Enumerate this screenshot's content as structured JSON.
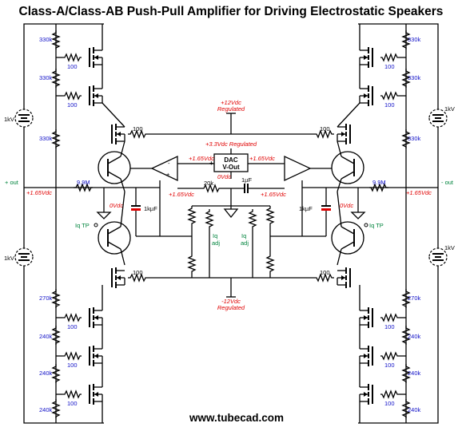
{
  "title": "Class-A/Class-AB Push-Pull Amplifier for Driving Electrostatic Speakers",
  "footer": "www.tubecad.com",
  "colors": {
    "note_red": "#e00000",
    "label_green": "#00843d",
    "label_blue": "#1010c8",
    "tube_fill": "#e53030"
  },
  "rails": {
    "pos": "+12Vdc",
    "pos_sub": "Regulated",
    "neg": "-12Vdc",
    "neg_sub": "Regulated",
    "dac_supply": "+3.3Vdc Regulated"
  },
  "dac": {
    "line1": "DAC",
    "line2": "V-Out",
    "pin_plus": "+",
    "pin_minus": "-"
  },
  "voltages": {
    "v165": "+1.65Vdc",
    "zero": "0Vdc"
  },
  "components": {
    "r330k": "330k",
    "r270k": "270k",
    "r240k": "240k",
    "r100": "100",
    "r9_9M": "9.9M",
    "r20k": "20k",
    "cap1u_mid": "1µF",
    "cap1u_side": "1kµF",
    "hv": "1kV"
  },
  "labels": {
    "out_plus": "+ out",
    "out_minus": "- out",
    "iq_tp": "Iq TP",
    "iq_adj_1": "Iq",
    "iq_adj_2": "adj"
  }
}
